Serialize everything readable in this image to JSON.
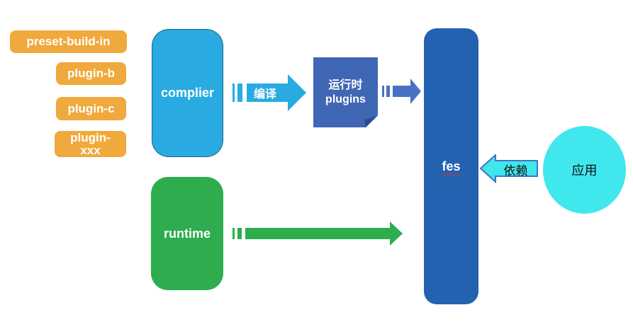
{
  "diagram": {
    "plugin_stack": {
      "fill": "#F0A93C",
      "text_color": "#FFFFFF",
      "items": [
        {
          "label": "preset-build-in"
        },
        {
          "label": "plugin-b"
        },
        {
          "label": "plugin-c"
        },
        {
          "label": "plugin-xxx"
        }
      ]
    },
    "complier_box": {
      "label": "complier",
      "fill": "#29ABE2"
    },
    "compile_arrow": {
      "label": "编译",
      "fill": "#29ABE2"
    },
    "runtime_plugins_box": {
      "line1": "运行时",
      "line2": "plugins",
      "fill": "#4067B5",
      "fold_fill": "#2C4B8E"
    },
    "plugins_to_fes_arrow": {
      "fill": "#4A72C4"
    },
    "fes_box": {
      "label": "fes",
      "fill": "#2362B0",
      "underline_color": "#E03131"
    },
    "runtime_box": {
      "label": "runtime",
      "fill": "#2EAD4E"
    },
    "runtime_to_fes_arrow": {
      "fill": "#2EAD4E"
    },
    "depend_arrow": {
      "label": "依赖",
      "fill": "#3FE6EC",
      "stroke": "#4472C4"
    },
    "app_ellipse": {
      "label": "应用",
      "fill": "#40E8EE",
      "text_color": "#111111"
    }
  }
}
